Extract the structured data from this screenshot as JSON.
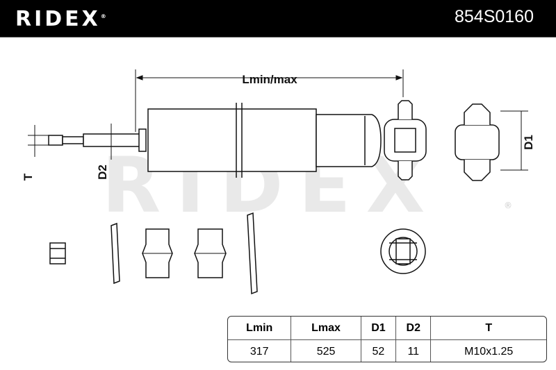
{
  "header": {
    "brand": "RIDEX",
    "part_number": "854S0160"
  },
  "watermark": "RIDEX",
  "dimensions": {
    "length": "Lmin/max",
    "d1": "D1",
    "d2": "D2",
    "t": "T"
  },
  "spec_table": {
    "headers": [
      "Lmin",
      "Lmax",
      "D1",
      "D2",
      "T"
    ],
    "values": [
      "317",
      "525",
      "52",
      "11",
      "M10x1.25"
    ]
  }
}
